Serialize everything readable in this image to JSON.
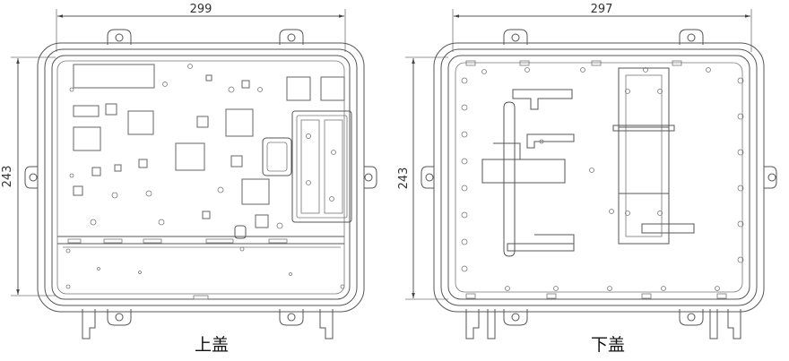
{
  "top_cover": {
    "width_label": "299",
    "height_label": "243",
    "caption": "上盖"
  },
  "bottom_cover": {
    "width_label": "297",
    "height_label": "243",
    "caption": "下盖"
  }
}
